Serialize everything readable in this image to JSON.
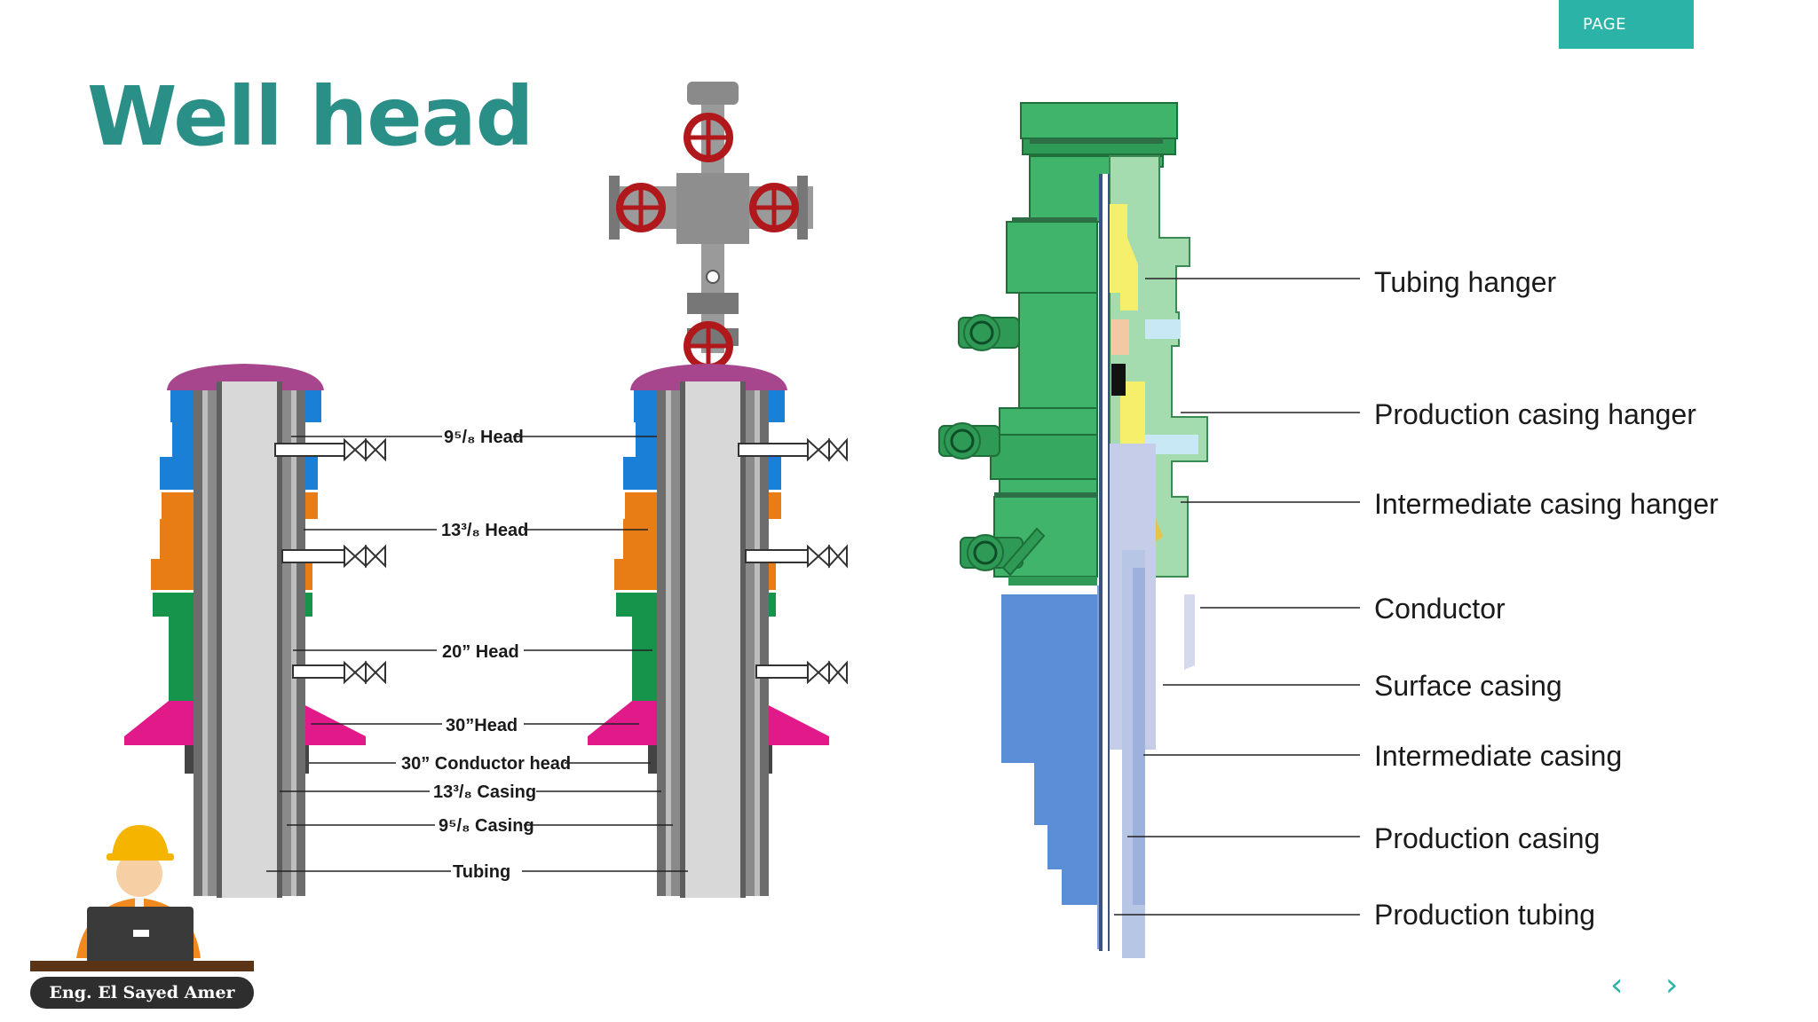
{
  "page_badge": "PAGE",
  "title": "Well head",
  "left_diagram": {
    "labels": {
      "head_958": "9⁵/₈ Head",
      "head_1338": "13³/₈ Head",
      "head_20": "20” Head",
      "head_30": "30”Head",
      "conductor_head": "30” Conductor head",
      "casing_1338": "13³/₈ Casing",
      "casing_958": "9⁵/₈ Casing",
      "tubing": "Tubing"
    }
  },
  "right_diagram": {
    "labels": [
      "Tubing hanger",
      "Production casing hanger",
      "Intermediate casing hanger",
      "Conductor",
      "Surface casing",
      "Intermediate casing",
      "Production casing",
      "Production tubing"
    ]
  },
  "author": "Eng. El Sayed Amer",
  "nav": {
    "prev": "‹",
    "next": "›"
  },
  "colors": {
    "accent": "#2ab3a6",
    "title": "#2a8f87"
  }
}
